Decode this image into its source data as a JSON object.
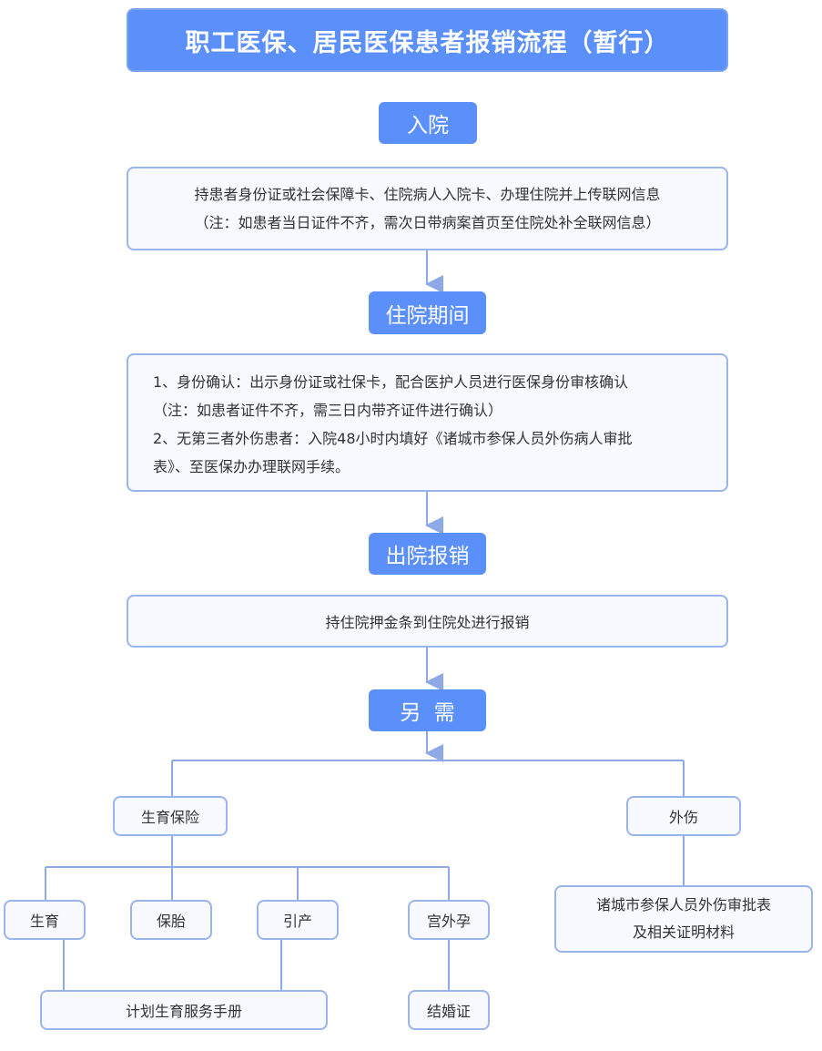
{
  "title": "职工医保、居民医保患者报销流程（暂行）",
  "stages": {
    "admission": "入院",
    "stay": "住院期间",
    "discharge": "出院报销",
    "extra": "另  需"
  },
  "admission_box": {
    "line1": "持患者身份证或社会保障卡、住院病人入院卡、办理住院并上传联网信息",
    "line2": "（注：如患者当日证件不齐，需次日带病案首页至住院处补全联网信息）"
  },
  "stay_box": {
    "line1": "1、身份确认：出示身份证或社保卡，配合医护人员进行医保身份审核确认",
    "line2": "（注：如患者证件不齐，需三日内带齐证件进行确认）",
    "line3": "2、无第三者外伤患者：入院48小时内填好《诸城市参保人员外伤病人审批",
    "line4": "表》、至医保办办理联网手续。"
  },
  "discharge_box": "持住院押金条到住院处进行报销",
  "branches": {
    "maternity": "生育保险",
    "injury": "外伤"
  },
  "maternity_items": {
    "birth": "生育",
    "pregnancy_care": "保胎",
    "induced_labor": "引产",
    "ectopic": "宫外孕"
  },
  "docs": {
    "family_planning": "计划生育服务手册",
    "marriage": "结婚证",
    "injury_line1": "诸城市参保人员外伤审批表",
    "injury_line2": "及相关证明材料"
  },
  "colors": {
    "primary": "#5b8ff9",
    "box_border": "#9ab4ec",
    "box_fill": "#f7f9ff",
    "connector": "#8ea9e8"
  }
}
